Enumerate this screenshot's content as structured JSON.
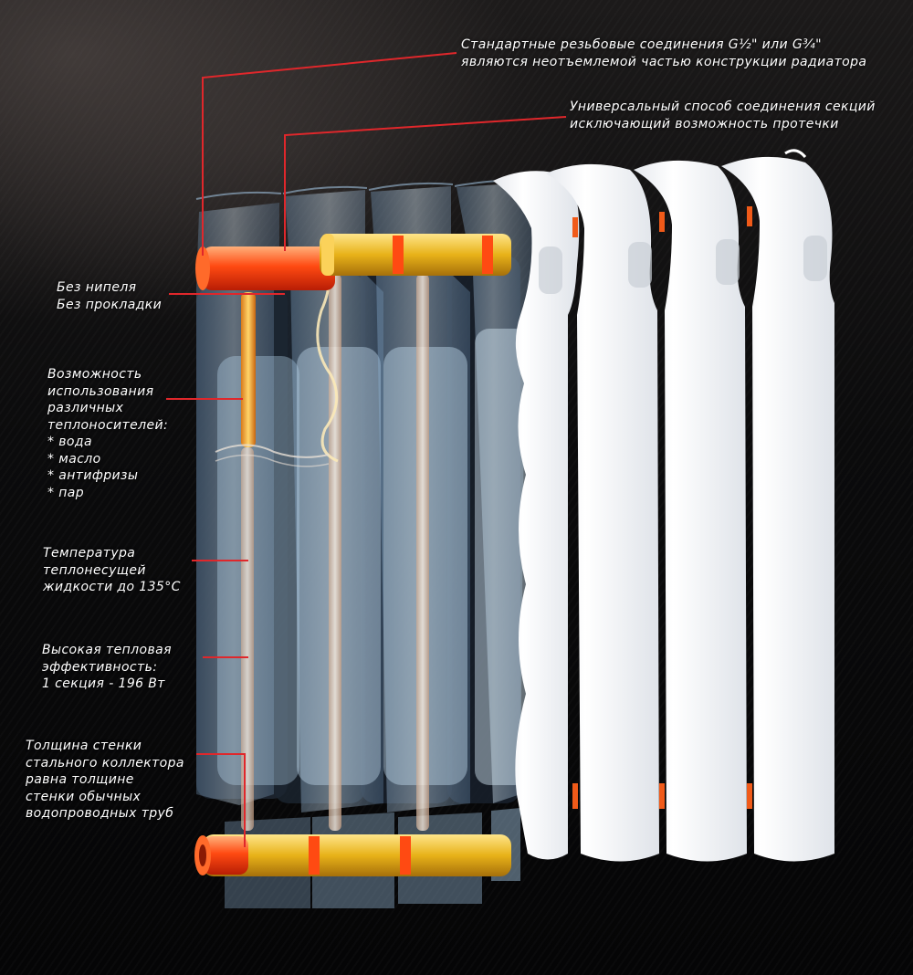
{
  "callouts": {
    "threads": [
      "Стандартные резьбовые соединения G½\" или G¾\"",
      "являются неотъемлемой частью конструкции радиатора"
    ],
    "joining": [
      "Универсальный способ соединения секций",
      "исключающий возможность протечки"
    ],
    "nipple": [
      "Без нипеля",
      "Без прокладки"
    ],
    "fluids": [
      "Возможность",
      "использования",
      "различных",
      "теплоносителей:",
      "* вода",
      "* масло",
      "* антифризы",
      "* пар"
    ],
    "temperature": [
      "Температура",
      "теплонесущей",
      "жидкости до 135°C"
    ],
    "efficiency": [
      "Высокая тепловая",
      "эффективность:",
      "1 секция - 196 Вт"
    ],
    "wall": [
      "Толщина стенки",
      "стального коллектора",
      "равна толщине",
      "стенки обычных",
      "водопроводных труб"
    ]
  },
  "colors": {
    "leader_line": "#e0272b",
    "hot_pipe": "#ff4a12",
    "yellow_pipe": "#e8b219",
    "radiator_white": "#f7f8fa",
    "glass_section": "#a9cde8"
  },
  "sections": {
    "transparent": 4,
    "white": 4
  }
}
